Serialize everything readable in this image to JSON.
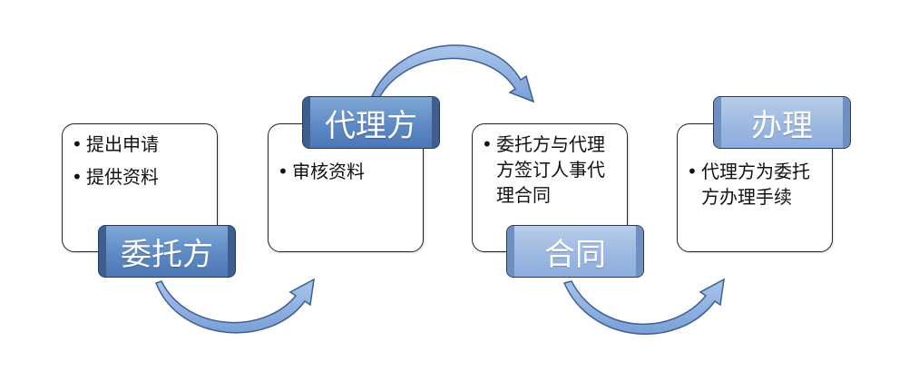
{
  "colors": {
    "label_dark": "#5b87c3",
    "label_light": "#9ab7e0",
    "arrow": "#8aaee0",
    "arrow_outline": "#3d5f93"
  },
  "steps": [
    {
      "label": "委托方",
      "bullets": [
        "提出申请",
        "提供资料"
      ]
    },
    {
      "label": "代理方",
      "bullets": [
        "审核资料"
      ]
    },
    {
      "label": "合同",
      "bullets": [
        "委托方与代理方签订人事代理合同"
      ]
    },
    {
      "label": "办理",
      "bullets": [
        "代理方为委托方办理手续"
      ]
    }
  ]
}
